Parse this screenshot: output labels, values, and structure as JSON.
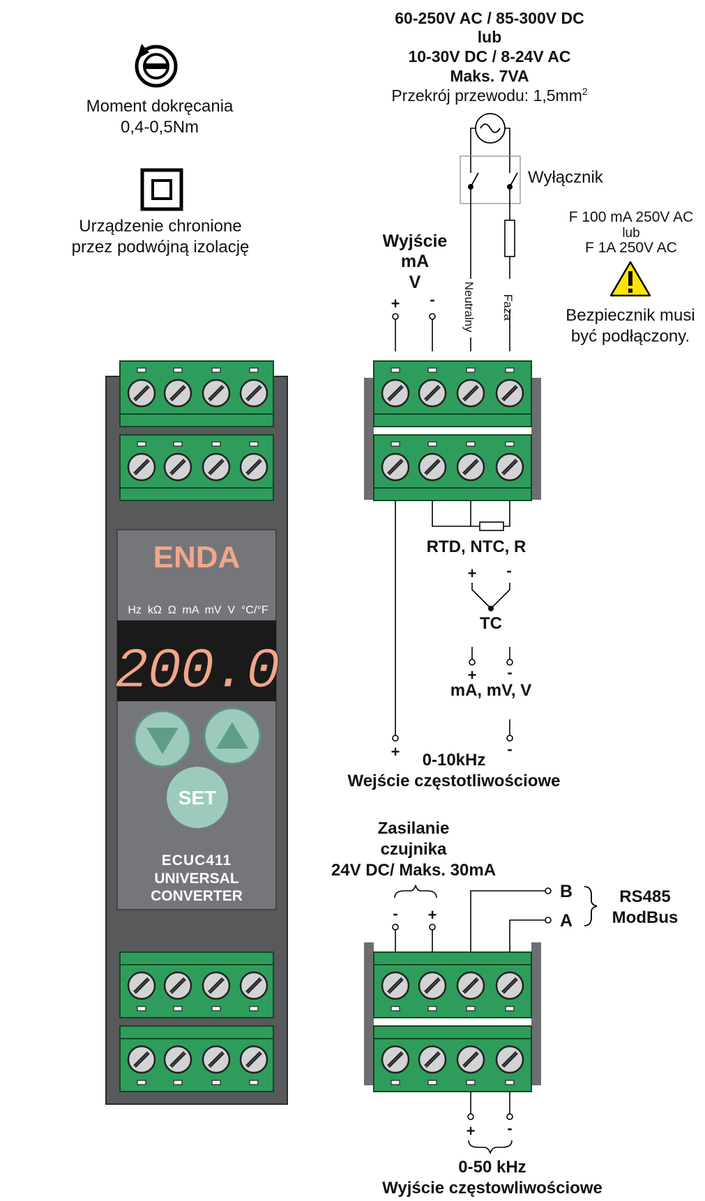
{
  "symbols": {
    "torque_label_1": "Moment dokręcania",
    "torque_label_2": "0,4-0,5Nm",
    "insulation_label_1": "Urządzenie chronione",
    "insulation_label_2": "przez podwójną izolację"
  },
  "power": {
    "line1": "60-250V AC / 85-300V DC",
    "line2": "lub",
    "line3": "10-30V DC / 8-24V AC",
    "line4": "Maks. 7VA",
    "wire_prefix": "Przekrój przewodu: 1,5mm",
    "wire_sup": "2",
    "switch_label": "Wyłącznik",
    "fuse_line1": "F 100 mA 250V AC",
    "fuse_line2": "lub",
    "fuse_line3": "F 1A 250V AC",
    "neutral_label": "Neutralny",
    "phase_label": "Faza",
    "warning_line1": "Bezpiecznik musi",
    "warning_line2": "być podłączony."
  },
  "output": {
    "title1": "Wyjście",
    "title2": "mA",
    "title3": "V",
    "plus": "+",
    "minus": "-"
  },
  "inputs": {
    "rtd_label": "RTD, NTC, R",
    "tc_plus": "+",
    "tc_minus": "-",
    "tc_label": "TC",
    "ma_plus": "+",
    "ma_minus": "-",
    "ma_label": "mA, mV, V",
    "freq_plus": "+",
    "freq_minus": "-",
    "freq_line1": "0-10kHz",
    "freq_line2": "Wejście częstotliwościowe"
  },
  "sensor": {
    "line1": "Zasilanie",
    "line2": "czujnika",
    "line3": "24V DC/ Maks. 30mA",
    "minus": "-",
    "plus": "+"
  },
  "rs485": {
    "b_label": "B",
    "a_label": "A",
    "line1": "RS485",
    "line2": "ModBus"
  },
  "freq_out": {
    "plus": "+",
    "minus": "-",
    "line1": "0-50 kHz",
    "line2": "Wyjście częstowliwościowe"
  },
  "device": {
    "brand": "ENDA",
    "units": "Hz  kΩ  Ω  mA  mV  V  °C/°F",
    "display_value": "200.0",
    "set_label": "SET",
    "model": "ECUC411",
    "type_line1": "UNIVERSAL",
    "type_line2": "CONVERTER",
    "colors": {
      "body": "#58595b",
      "panel": "#757679",
      "display": "#1a1a1a",
      "digit": "#f2a68a",
      "brand": "#f2a68a",
      "button": "#9ccbbd",
      "terminal": "#2e9d5b"
    }
  }
}
